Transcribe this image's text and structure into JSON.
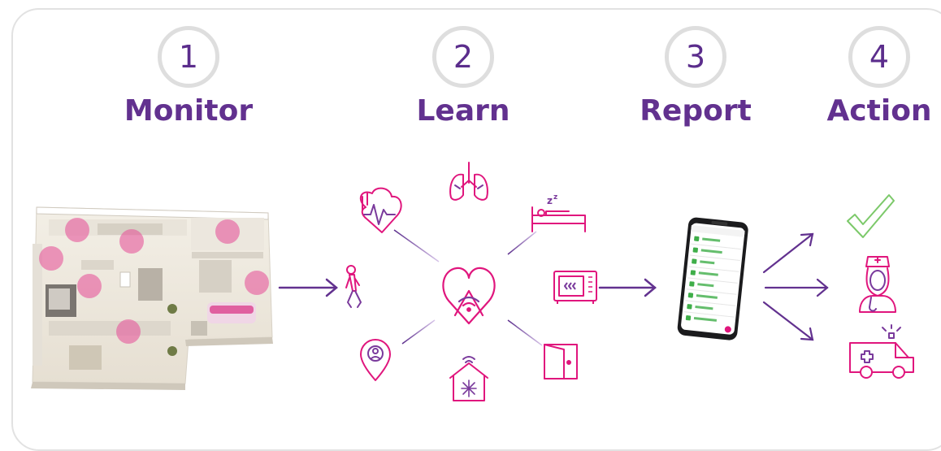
{
  "steps": [
    {
      "number": "1",
      "label": "Monitor"
    },
    {
      "number": "2",
      "label": "Learn"
    },
    {
      "number": "3",
      "label": "Report"
    },
    {
      "number": "4",
      "label": "Action"
    }
  ],
  "colors": {
    "purple": "#62318f",
    "magenta": "#e0167d",
    "circle_border": "#dedede",
    "check_green": "#7cc96a",
    "app_green": "#3fae49"
  },
  "learn_icons": [
    "heart-icon",
    "lungs-icon",
    "sleep-bed-icon",
    "walking-person-icon",
    "microwave-icon",
    "location-pin-icon",
    "home-climate-icon",
    "door-icon",
    "heart-home-center-icon"
  ],
  "action_icons": [
    "check-icon",
    "nurse-icon",
    "ambulance-icon"
  ]
}
